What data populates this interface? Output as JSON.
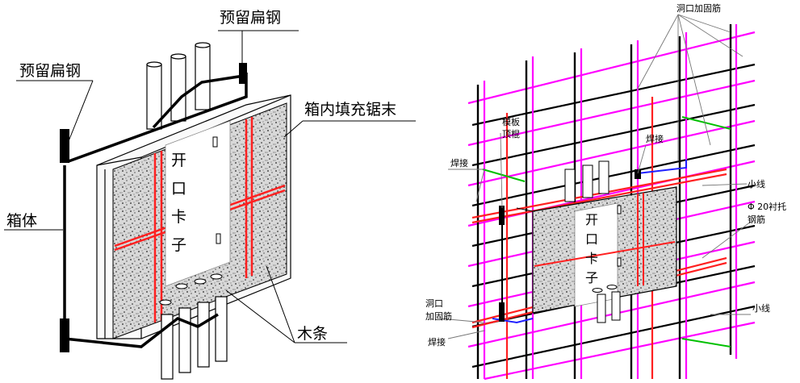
{
  "left_diagram": {
    "labels": {
      "reserved_flat_steel_top": "预留扁钢",
      "reserved_flat_steel_left": "预留扁钢",
      "sawdust_fill": "箱内填充锯末",
      "box_body": "箱体",
      "opening_clip": [
        "开",
        "口",
        "卡",
        "子"
      ],
      "wood_strip": "木条"
    }
  },
  "right_diagram": {
    "labels": {
      "opening_rebar_top": "洞口加固筋",
      "formwork_brace": [
        "模板",
        "顶棍"
      ],
      "weld_left": "焊接",
      "weld_mid": "焊接",
      "small_wire_top": "小线",
      "support_rebar": [
        "Φ 20衬托",
        "钢筋"
      ],
      "opening_rebar_bottom": [
        "洞口",
        "加固筋"
      ],
      "small_wire_bottom": "小线",
      "weld_bottom": "焊接",
      "opening_clip": [
        "开",
        "口",
        "卡",
        "子"
      ]
    }
  },
  "colors": {
    "magenta": "#ff00ff",
    "red": "#ff2020",
    "black": "#000000",
    "green": "#00c000",
    "blue": "#2020ff"
  }
}
